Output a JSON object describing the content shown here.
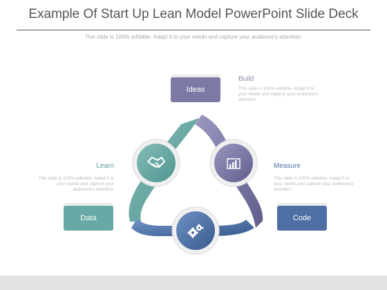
{
  "slide": {
    "title": "Example Of Start Up Lean Model PowerPoint Slide Deck",
    "subtitle": "This slide is 100% editable. Adapt it to your needs and capture your audience's attention."
  },
  "nodes": {
    "build": {
      "box_label": "Ideas",
      "heading": "Build",
      "description": "This slide is 100% editable. Adapt it to your needs and capture your audience's attention.",
      "box_color": "#7c7aa4",
      "heading_color": "#8a88a8",
      "icon": "bar-chart-icon"
    },
    "learn": {
      "box_label": "Data",
      "heading": "Learn",
      "description": "This slide is 100% editable. Adapt it to your needs and capture your audience's attention.",
      "box_color": "#67a9a4",
      "heading_color": "#5e9c98",
      "icon": "handshake-icon"
    },
    "measure": {
      "box_label": "Code",
      "heading": "Measure",
      "description": "This slide is 100% editable. Adapt it to your needs and capture your audience's attention.",
      "box_color": "#4d6fa3",
      "heading_color": "#4d6fa3",
      "icon": "gears-icon"
    }
  }
}
